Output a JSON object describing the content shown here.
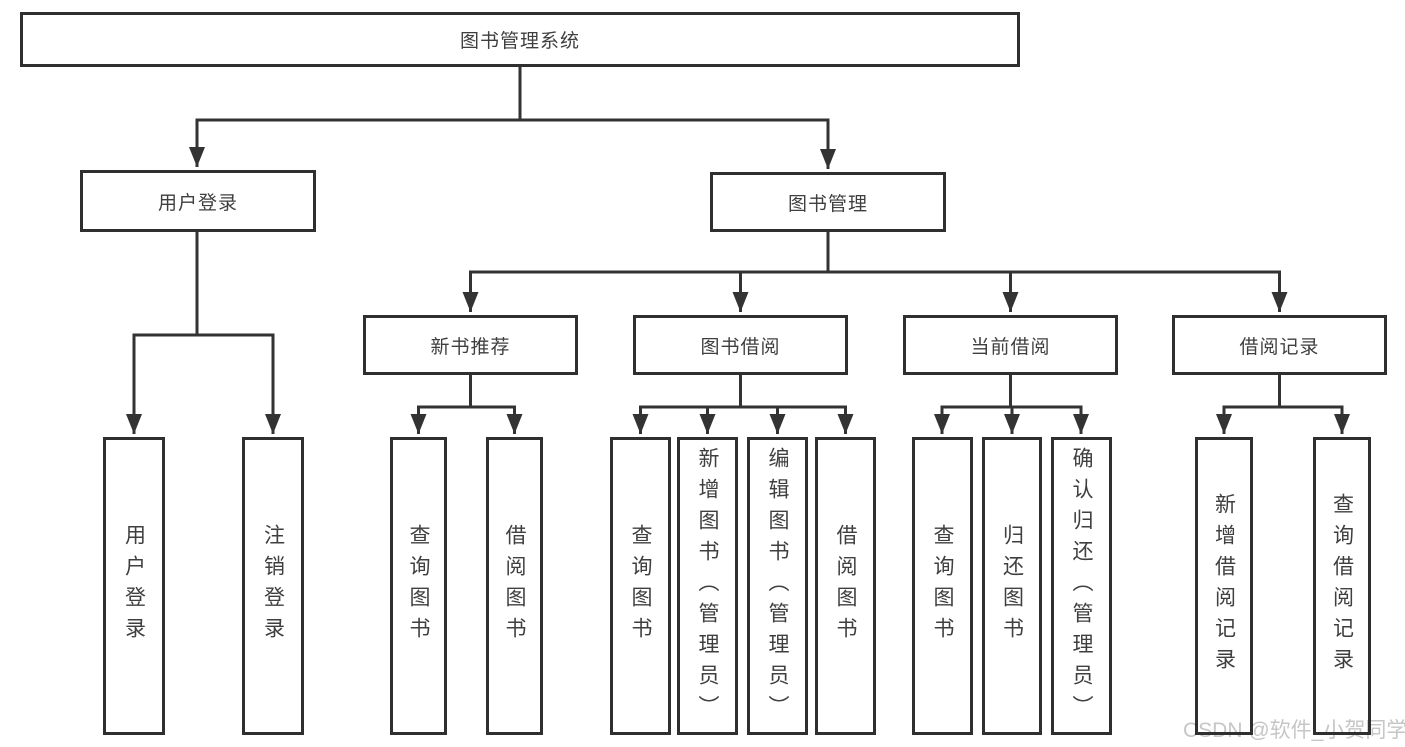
{
  "colors": {
    "line": "#333333",
    "box_border": "#2f2f2f",
    "text": "#3f3f3f",
    "watermark": "#c6c6c6",
    "background": "#ffffff"
  },
  "diagram": {
    "root": {
      "label": "图书管理系统"
    },
    "level2": [
      {
        "label": "用户登录"
      },
      {
        "label": "图书管理"
      }
    ],
    "level3": [
      {
        "label": "新书推荐"
      },
      {
        "label": "图书借阅"
      },
      {
        "label": "当前借阅"
      },
      {
        "label": "借阅记录"
      }
    ],
    "leaves": [
      {
        "label": "用户登录"
      },
      {
        "label": "注销登录"
      },
      {
        "label": "查询图书"
      },
      {
        "label": "借阅图书"
      },
      {
        "label": "查询图书"
      },
      {
        "label": "新增图书（管理员）"
      },
      {
        "label": "编辑图书（管理员）"
      },
      {
        "label": "借阅图书"
      },
      {
        "label": "查询图书"
      },
      {
        "label": "归还图书"
      },
      {
        "label": "确认归还（管理员）"
      },
      {
        "label": "新增借阅记录"
      },
      {
        "label": "查询借阅记录"
      }
    ]
  },
  "watermark": {
    "text": "CSDN @软件_小贺同学"
  }
}
